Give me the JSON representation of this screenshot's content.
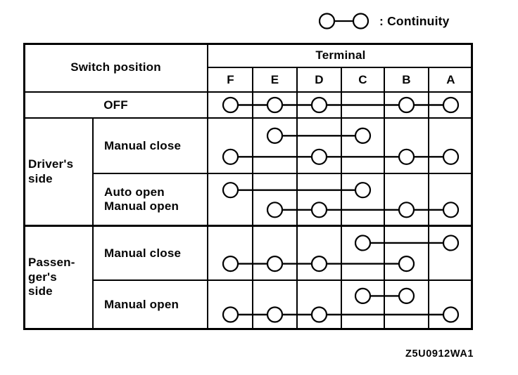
{
  "page": {
    "background": "#ffffff",
    "ink": "#000000"
  },
  "legend": {
    "icon": "continuity-symbol",
    "text": ": Continuity"
  },
  "figure_code": "Z5U0912WA1",
  "table": {
    "header": {
      "switch_position_label": "Switch position",
      "terminal_label": "Terminal",
      "terminals": [
        "F",
        "E",
        "D",
        "C",
        "B",
        "A"
      ]
    },
    "groups": [
      {
        "label": "Driver's\nside",
        "row_indexes": [
          1,
          2
        ]
      },
      {
        "label": "Passen-\nger's\nside",
        "row_indexes": [
          3,
          4
        ]
      }
    ],
    "rows": [
      {
        "group": "",
        "label": "OFF",
        "continuity_lines": [
          [
            "F",
            "E",
            "D",
            "B",
            "A"
          ]
        ]
      },
      {
        "group": "Driver's side",
        "label": "Manual close",
        "continuity_lines": [
          [
            "E",
            "C"
          ],
          [
            "F",
            "D",
            "B",
            "A"
          ]
        ]
      },
      {
        "group": "Driver's side",
        "label": "Auto open\nManual open",
        "continuity_lines": [
          [
            "F",
            "C"
          ],
          [
            "E",
            "D",
            "B",
            "A"
          ]
        ]
      },
      {
        "group": "Passenger's side",
        "label": "Manual close",
        "continuity_lines": [
          [
            "C",
            "A"
          ],
          [
            "F",
            "E",
            "D",
            "B"
          ]
        ]
      },
      {
        "group": "Passenger's side",
        "label": "Manual open",
        "continuity_lines": [
          [
            "C",
            "B"
          ],
          [
            "F",
            "E",
            "D",
            "A"
          ]
        ]
      }
    ]
  }
}
